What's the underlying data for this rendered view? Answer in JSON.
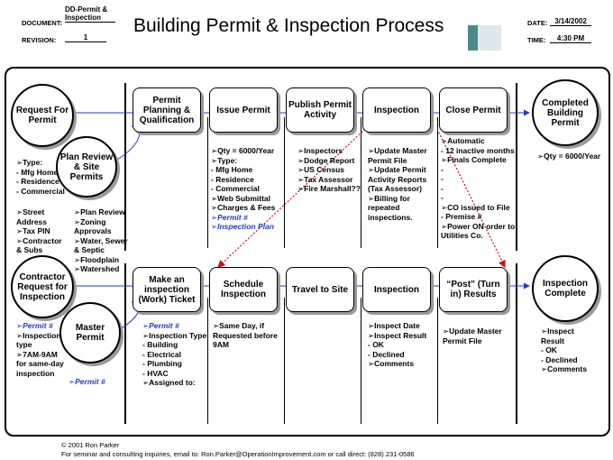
{
  "header": {
    "document_label": "DOCUMENT:",
    "document_value": "DD-Permit & Inspection",
    "revision_label": "REVISION:",
    "revision_value": "1",
    "title": "Building Permit & Inspection Process",
    "date_label": "DATE:",
    "date_value": "3/14/2002",
    "time_label": "TIME:",
    "time_value": "4:30 PM"
  },
  "circles": {
    "request_for_permit": "Request For Permit",
    "plan_review_site_permits": "Plan Review & Site Permits",
    "completed_building_permit": "Completed Building Permit",
    "contractor_request_inspection": "Contractor Request for Inspection",
    "master_permit": "Master Permit",
    "inspection_complete": "Inspection Complete"
  },
  "boxes_top": {
    "permit_planning": "Permit Planning & Qualification",
    "issue_permit": "Issue Permit",
    "publish_permit_activity": "Publish Permit Activity",
    "inspection": "Inspection",
    "close_permit": "Close Permit"
  },
  "boxes_bottom": {
    "make_inspection_ticket": "Make an inspection (Work) Ticket",
    "schedule_inspection": "Schedule Inspection",
    "travel_to_site": "Travel to Site",
    "inspection": "Inspection",
    "post_results": "“Post” (Turn in) Results"
  },
  "notes": {
    "request_types": [
      "➢Type:",
      "- Mfg Home",
      "- Residence",
      "- Commercial"
    ],
    "request_address": [
      "➢Street",
      "  Address",
      "➢Tax PIN",
      "➢Contractor",
      "  & Subs"
    ],
    "plan_review": [
      "➢Plan Review",
      "➢Zoning",
      "  Approvals",
      "➢Water, Sewer",
      "  & Septic",
      "➢Floodplain",
      "➢Watershed"
    ],
    "issue_permit": [
      "➢Qty = 6000/Year",
      "➢Type:",
      "- Mfg Home",
      "- Residence",
      "- Commercial",
      "➢Web Submittal",
      "➢Charges & Fees"
    ],
    "issue_permit_blue": [
      "➢Permit #",
      "➢Inspection Plan"
    ],
    "publish": [
      "➢Inspectors",
      "➢Dodge Report",
      "➢US Census",
      "➢Tax Assessor",
      "➢Fire Marshall??"
    ],
    "inspection_top": [
      "➢Update Master",
      "Permit File",
      "➢Update Permit",
      "Activity Reports",
      "(Tax Assessor)",
      "➢Billing for",
      "repeated",
      "inspections."
    ],
    "close_permit": [
      "➢Automatic",
      " - 12 inactive months",
      "➢Finals Complete",
      " -",
      " -",
      " -",
      " -",
      "➢CO issued to File",
      " - Premise #",
      "➢Power ON order to",
      "Utilities Co."
    ],
    "completed_qty": "➢Qty = 6000/Year",
    "contractor_blue": "➢Permit #",
    "contractor_notes": [
      "➢Inspection",
      "type",
      "➢7AM-9AM",
      "for same-day",
      "inspection"
    ],
    "master_permit_blue": "➢Permit #",
    "ticket_blue": "➢Permit #",
    "ticket_notes": [
      "➢Inspection Type",
      " - Building",
      " - Electrical",
      " - Plumbing",
      " - HVAC",
      "➢Assigned to:"
    ],
    "schedule_notes": [
      "➢Same Day, if",
      "Requested before",
      "9AM"
    ],
    "inspection_bottom": [
      "➢Inspect Date",
      "➢Inspect Result",
      " - OK",
      " - Declined",
      "➢Comments"
    ],
    "post_results": [
      "➢Update Master",
      "Permit File"
    ],
    "inspection_complete": [
      "➢Inspect",
      "Result",
      " - OK",
      " - Declined",
      "➢Comments"
    ]
  },
  "footer": {
    "copyright": "© 2001 Ron Parker",
    "contact": "For seminar and consulting inquiries, email to: Ron.Parker@OperationImprovement.com or call direct: (828) 231-0586"
  },
  "colors": {
    "flow_arrow": "#1f3fbf",
    "dotted_arrow": "#d01010",
    "shadow": "#9a9a9a"
  }
}
